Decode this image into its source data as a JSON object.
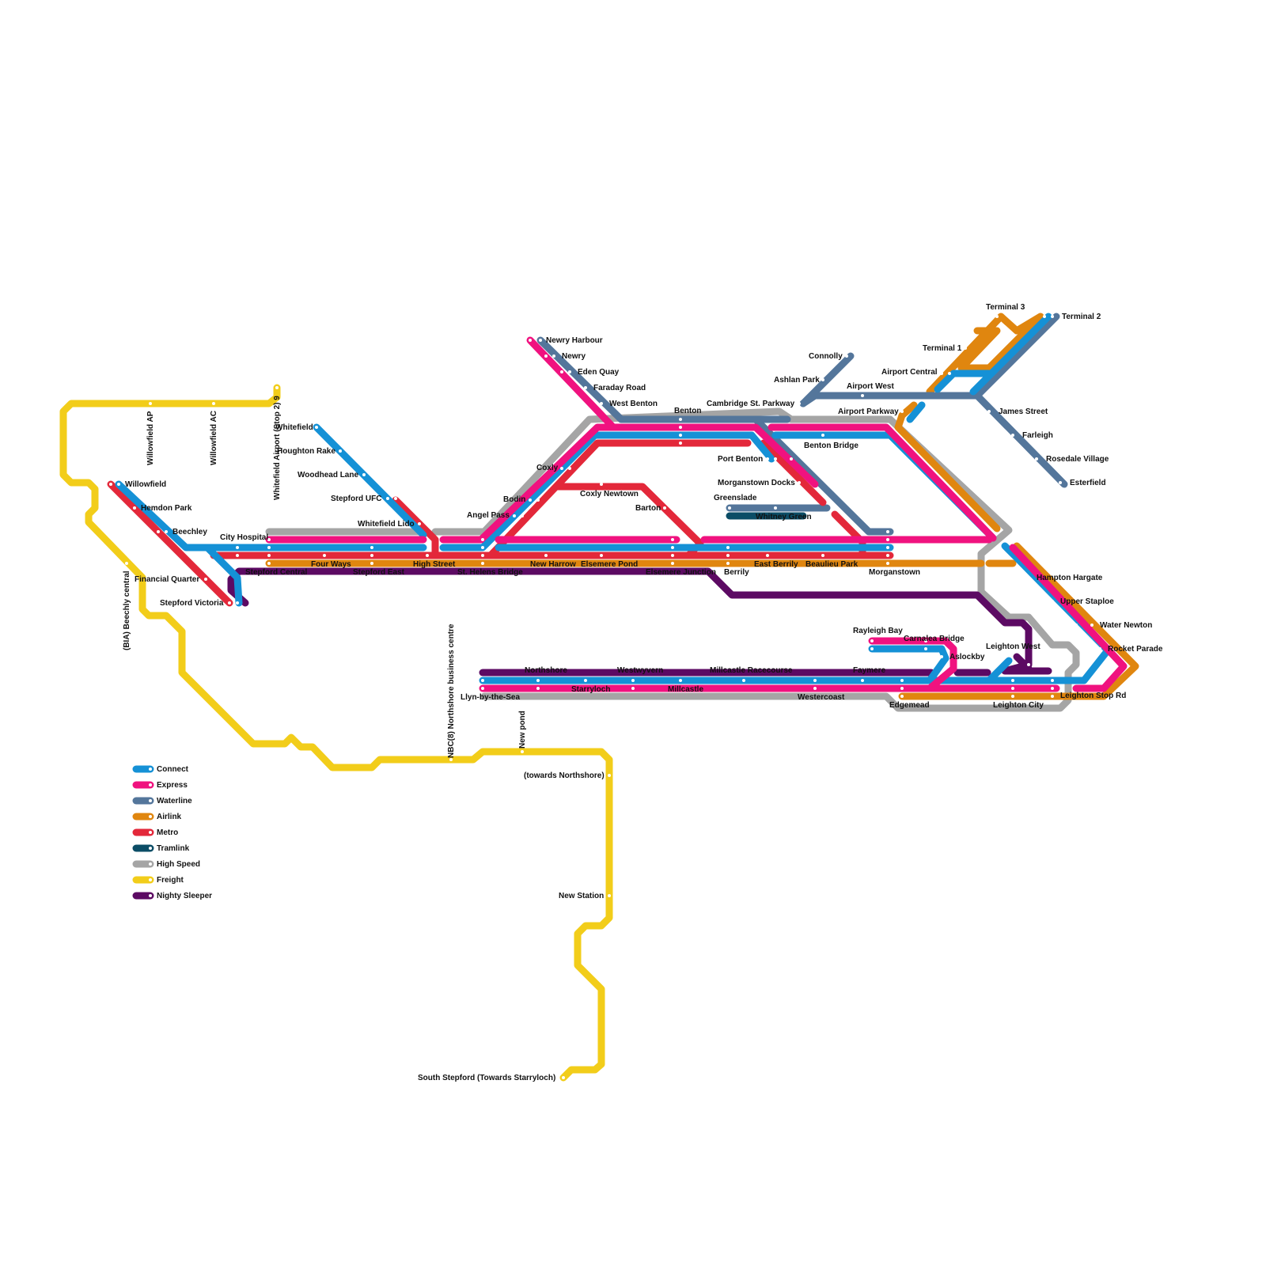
{
  "lines": {
    "connect": {
      "name": "Connect",
      "color": "#1591d6"
    },
    "express": {
      "name": "Express",
      "color": "#f0127f"
    },
    "waterline": {
      "name": "Waterline",
      "color": "#54769b"
    },
    "airlink": {
      "name": "Airlink",
      "color": "#e0860f"
    },
    "metro": {
      "name": "Metro",
      "color": "#e3283a"
    },
    "tramlink": {
      "name": "Tramlink",
      "color": "#0b4d66"
    },
    "highspeed": {
      "name": "High Speed",
      "color": "#a5a5a5"
    },
    "freight": {
      "name": "Freight",
      "color": "#f2cd1a"
    },
    "sleeper": {
      "name": "Nighty Sleeper",
      "color": "#5c0a63"
    }
  },
  "stations": [
    "Willowfield",
    "Hemdon Park",
    "Beechley",
    "City Hospital",
    "Financial Quarter",
    "Stepford Victoria",
    "Stepford Central",
    "Four Ways",
    "Stepford East",
    "High Street",
    "St. Helens Bridge",
    "Whitefield",
    "Houghton Rake",
    "Woodhead Lane",
    "Stepford UFC",
    "Whitefield Lido",
    "Angel Pass",
    "Bodin",
    "Coxly",
    "Coxly Newtown",
    "Barton",
    "New Harrow",
    "Elsemere Pond",
    "Elsemere Junction",
    "Berrily",
    "East Berrily",
    "Beaulieu Park",
    "Morganstown",
    "Newry Harbour",
    "Newry",
    "Eden Quay",
    "Faraday Road",
    "West Benton",
    "Benton",
    "Port Benton",
    "Cambridge St. Parkway",
    "Benton Bridge",
    "Morganstown Docks",
    "Greenslade",
    "Whitney Green",
    "Connolly",
    "Ashlan Park",
    "Airport West",
    "Airport Parkway",
    "Airport Central",
    "Terminal 1",
    "Terminal 3",
    "Terminal 2",
    "James Street",
    "Farleigh",
    "Rosedale Village",
    "Esterfield",
    "Hampton Hargate",
    "Upper Staploe",
    "Water Newton",
    "Rocket Parade",
    "Leighton Stop Rd",
    "Leighton City",
    "Leighton West",
    "Rayleigh Bay",
    "Carnalea Bridge",
    "Aslockby",
    "Faymere",
    "Edgemead",
    "Westercoast",
    "Millcastle Racecourse",
    "Millcastle",
    "Westwyvern",
    "Starryloch",
    "Northshore",
    "Llyn-by-the-Sea",
    "Willowfield AP",
    "Willowfield AC",
    "Whitefield Airport (Stop 2) 9",
    "(BIA) Beechly central",
    "NBC(8) Northshore business centre",
    "New pond",
    "(towards Northshore)",
    "New Station",
    "South Stepford (Towards Starryloch)"
  ],
  "legend": [
    "Connect",
    "Express",
    "Waterline",
    "Airlink",
    "Metro",
    "Tramlink",
    "High Speed",
    "Freight",
    "Nighty Sleeper"
  ]
}
